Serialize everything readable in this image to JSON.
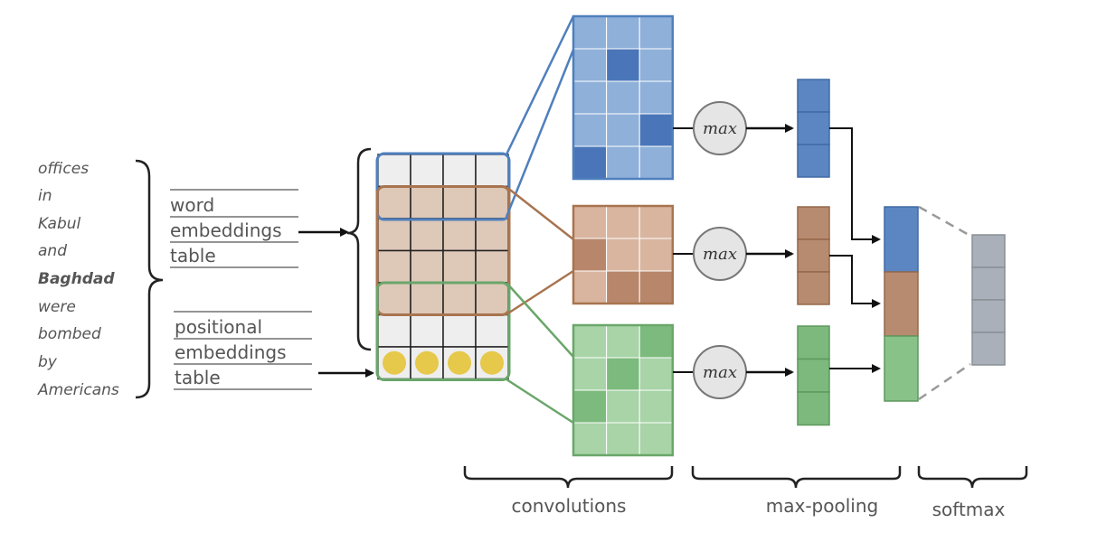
{
  "sentence": {
    "words": [
      "offices",
      "in",
      "Kabul",
      "and",
      "Baghdad",
      "were",
      "bombed",
      "by",
      "Americans"
    ],
    "highlighted": "Baghdad"
  },
  "tables": {
    "word": [
      "word",
      "embeddings",
      "table"
    ],
    "positional": [
      "positional",
      "embeddings",
      "table"
    ]
  },
  "operators": {
    "max": "max"
  },
  "stages": {
    "convolutions": "convolutions",
    "max_pooling": "max-pooling",
    "softmax": "softmax"
  },
  "colors": {
    "blue": "#4f7fbd",
    "blue_light": "#8fb0d9",
    "blue_dark": "#4a76b9",
    "brown": "#a8744f",
    "brown_light": "#d9b5a0",
    "brown_dark": "#b8866a",
    "green": "#6aa66a",
    "green_light": "#a8d4a8",
    "green_dark": "#7dba7d",
    "gray": "#a9b0ba",
    "yellow": "#e6c84a",
    "input_cell": "#eeeeee",
    "input_brown": "#dec8b8"
  }
}
